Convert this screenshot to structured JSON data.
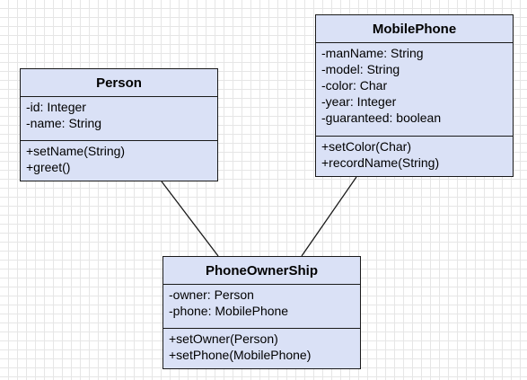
{
  "classes": {
    "person": {
      "name": "Person",
      "attributes": [
        "-id: Integer",
        "-name: String"
      ],
      "methods": [
        "+setName(String)",
        "+greet()"
      ]
    },
    "mobilephone": {
      "name": "MobilePhone",
      "attributes": [
        "-manName: String",
        "-model: String",
        "-color: Char",
        "-year: Integer",
        "-guaranteed: boolean"
      ],
      "methods": [
        "+setColor(Char)",
        "+recordName(String)"
      ]
    },
    "phoneownership": {
      "name": "PhoneOwnerShip",
      "attributes": [
        "-owner: Person",
        "-phone: MobilePhone"
      ],
      "methods": [
        "+setOwner(Person)",
        "+setPhone(MobilePhone)"
      ]
    }
  },
  "associations": [
    {
      "from": "person",
      "to": "phoneownership"
    },
    {
      "from": "mobilephone",
      "to": "phoneownership"
    }
  ],
  "colors": {
    "class_fill": "#dae1f6",
    "stroke": "#1a1a1a",
    "grid": "#e6e6e6"
  }
}
